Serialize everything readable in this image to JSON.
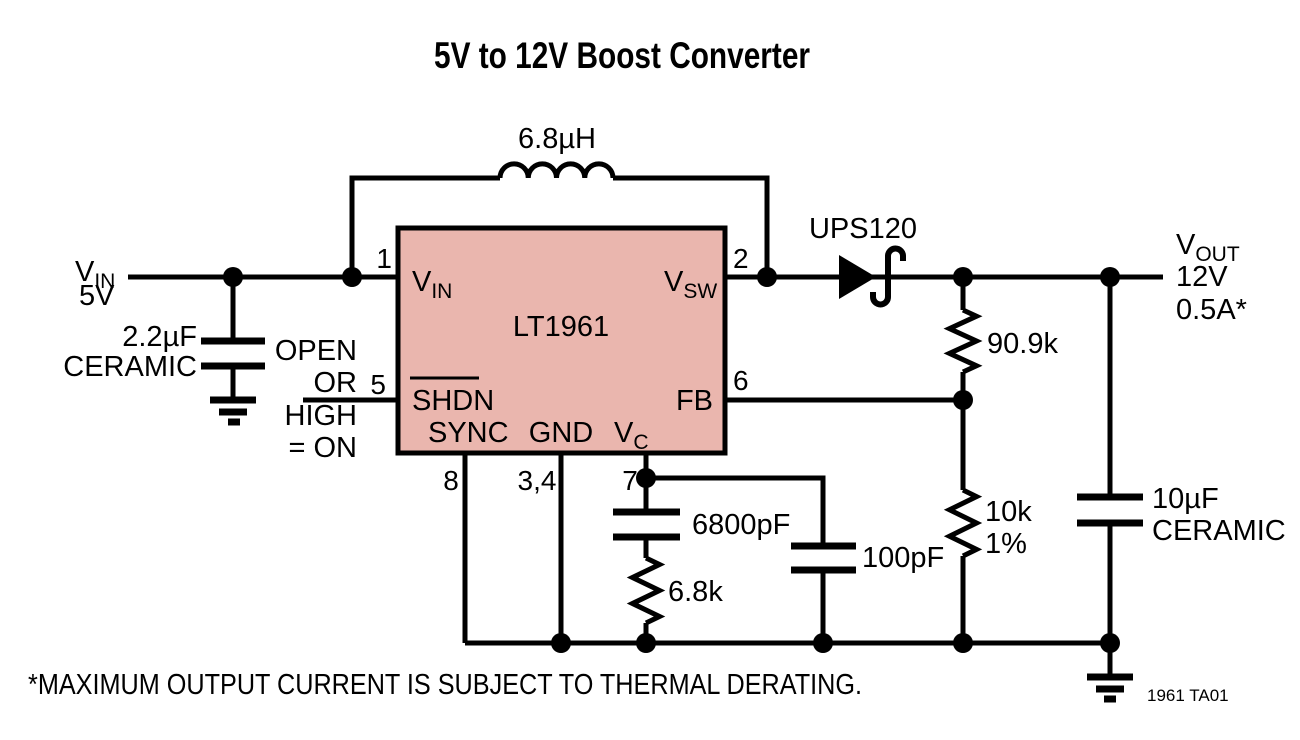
{
  "title": "5V to 12V Boost Converter",
  "colors": {
    "ic_fill": "#eab6ae",
    "line": "#000000",
    "background": "#ffffff"
  },
  "input": {
    "label_main": "V",
    "label_sub": "IN",
    "voltage": "5V"
  },
  "input_cap": {
    "value": "2.2µF",
    "type": "CERAMIC"
  },
  "shdn_note": {
    "line1": "OPEN",
    "line2": "OR",
    "line3": "HIGH",
    "line4": "= ON"
  },
  "inductor": {
    "value": "6.8µH"
  },
  "diode": {
    "part": "UPS120"
  },
  "ic": {
    "part": "LT1961",
    "pin_numbers": {
      "vin": "1",
      "vsw": "2",
      "shdn": "5",
      "fb": "6",
      "sync": "8",
      "gnd": "3,4",
      "vc": "7"
    },
    "pin_labels": {
      "vin_main": "V",
      "vin_sub": "IN",
      "vsw_main": "V",
      "vsw_sub": "SW",
      "shdn": "SHDN",
      "fb": "FB",
      "sync": "SYNC",
      "gnd": "GND",
      "vc_main": "V",
      "vc_sub": "C"
    }
  },
  "feedback": {
    "r_top": "90.9k",
    "r_bottom": "10k",
    "r_bottom_tol": "1%"
  },
  "compensation": {
    "cap": "6800pF",
    "res": "6.8k",
    "bypass_cap": "100pF"
  },
  "output_cap": {
    "value": "10µF",
    "type": "CERAMIC"
  },
  "output": {
    "label_main": "V",
    "label_sub": "OUT",
    "voltage": "12V",
    "current": "0.5A*"
  },
  "footnote": "*MAXIMUM OUTPUT CURRENT IS SUBJECT TO THERMAL DERATING.",
  "figure_id": "1961 TA01"
}
